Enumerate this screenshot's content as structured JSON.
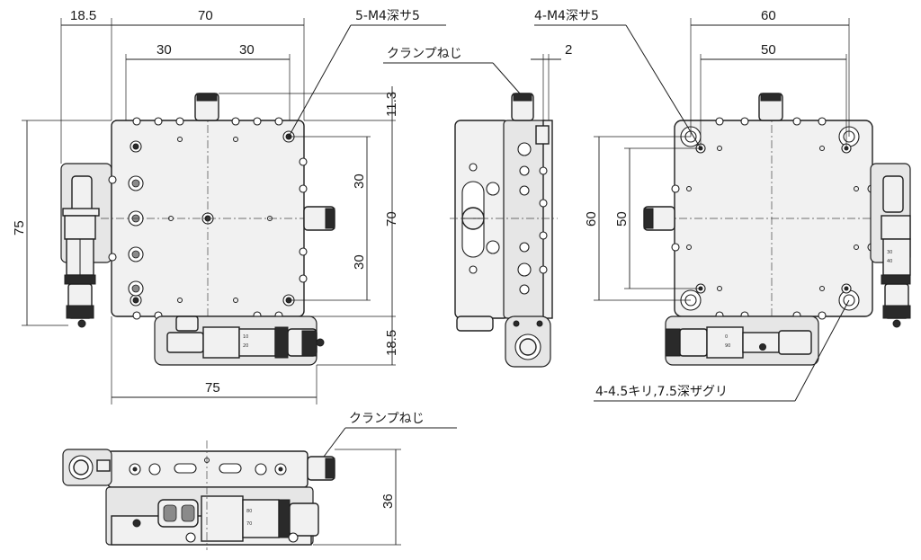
{
  "labels": {
    "top_width": "70",
    "top_offset": "18.5",
    "half_left": "30",
    "half_right": "30",
    "tap_holes": "5-M4深サ5",
    "offset_11_3": "11.3",
    "right_30_upper": "30",
    "right_70": "70",
    "right_30_lower": "30",
    "left_75": "75",
    "bottom_18_5": "18.5",
    "bottom_75": "75",
    "clamp_screw_side": "クランプねじ",
    "side_2": "2",
    "tap_holes_bottom": "4-M4深サ5",
    "bottom_view_60_w": "60",
    "bottom_view_50_w": "50",
    "bottom_view_60_h": "60",
    "bottom_view_50_h": "50",
    "counterbore": "4-4.5キリ,7.5深ザグリ",
    "clamp_screw_front": "クランプねじ",
    "height_36": "36"
  },
  "micrometer_scale": {
    "a": "10",
    "b": "20",
    "c": "30",
    "d": "40",
    "e": "0",
    "f": "90",
    "g": "80",
    "h": "70"
  }
}
